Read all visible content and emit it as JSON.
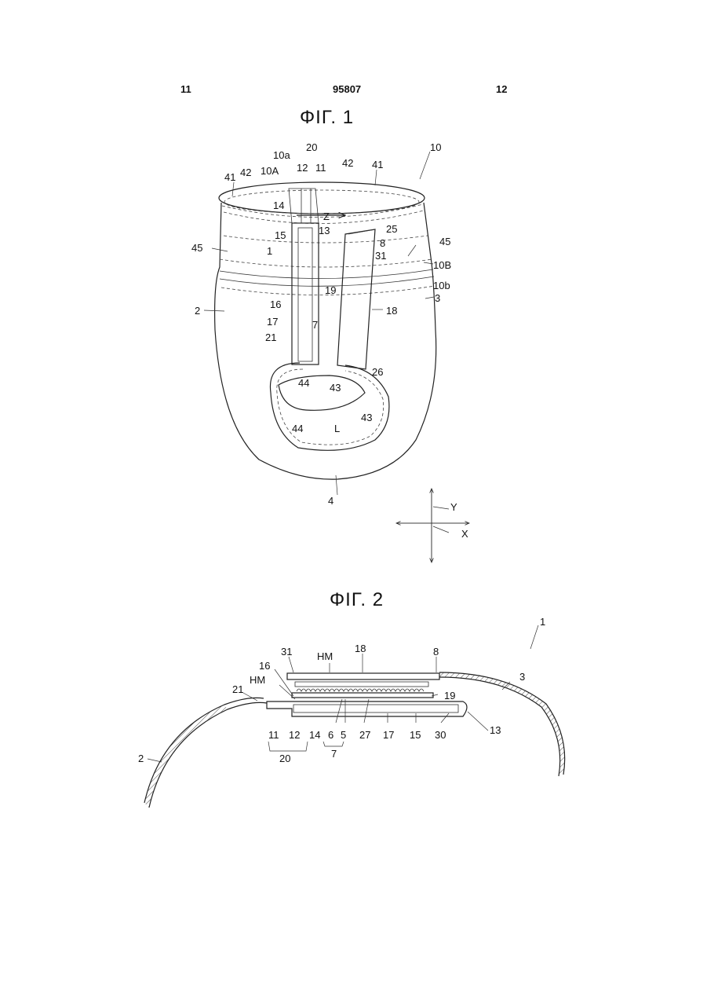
{
  "header": {
    "page_left": "11",
    "doc_number": "95807",
    "page_right": "12"
  },
  "fig1": {
    "title": "ΦΙΓ. 1",
    "labels": {
      "l10": "10",
      "l20": "20",
      "l10a": "10a",
      "l12": "12",
      "l11": "11",
      "l42a": "42",
      "l41a": "41",
      "l41b": "41",
      "l42b": "42",
      "l10A": "10A",
      "l14": "14",
      "lZ": "Z",
      "l15": "15",
      "l13": "13",
      "l25": "25",
      "l8": "8",
      "l45a": "45",
      "l45b": "45",
      "l1": "1",
      "l31": "31",
      "l10B": "10B",
      "l10b": "10b",
      "l19": "19",
      "l2": "2",
      "l3": "3",
      "l16": "16",
      "l18": "18",
      "l17": "17",
      "l7": "7",
      "l21": "21",
      "l26": "26",
      "l44a": "44",
      "l43a": "43",
      "l43b": "43",
      "l44b": "44",
      "lL": "L",
      "l4": "4",
      "lY": "Y",
      "lX": "X"
    }
  },
  "fig2": {
    "title": "ΦΙΓ. 2",
    "labels": {
      "l1": "1",
      "l31": "31",
      "lHMa": "HM",
      "l18": "18",
      "l8": "8",
      "l3": "3",
      "l16": "16",
      "lHMb": "HM",
      "l19": "19",
      "l21": "21",
      "l13": "13",
      "l11": "11",
      "l12": "12",
      "l14": "14",
      "l6": "6",
      "l5": "5",
      "l27": "27",
      "l17": "17",
      "l15": "15",
      "l30": "30",
      "l20": "20",
      "l7": "7",
      "l2": "2"
    }
  }
}
